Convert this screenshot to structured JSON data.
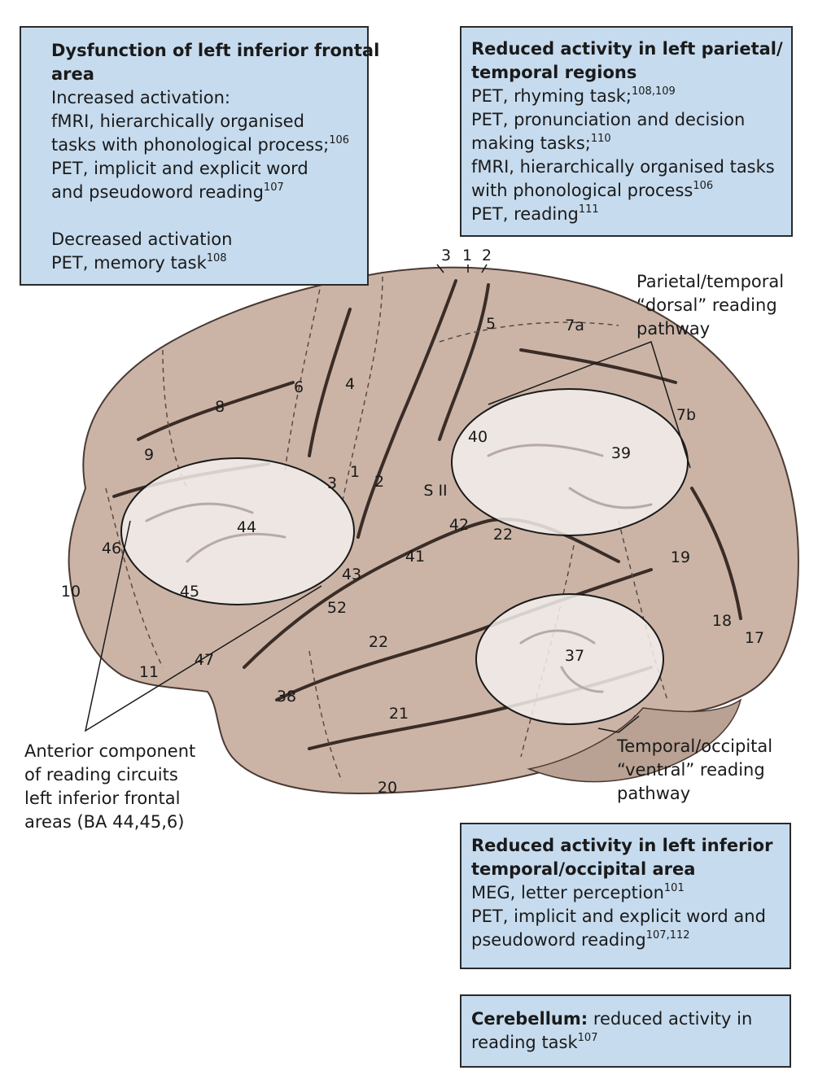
{
  "box_frontal": {
    "title1": "Dysfunction of left inferior frontal",
    "title2": "area",
    "inc": "Increased activation:",
    "l1": "fMRI, hierarchically organised",
    "l2": "tasks with phonological process;",
    "l2_ref": "106",
    "l3": "PET, implicit and explicit word",
    "l4": "and pseudoword reading",
    "l4_ref": "107",
    "dec": "Decreased activation",
    "l5": "PET, memory task",
    "l5_ref": "108"
  },
  "box_parietal": {
    "title1": "Reduced activity in left parietal/",
    "title2": "temporal regions",
    "l1": "PET, rhyming task;",
    "l1_ref": "108,109",
    "l2": "PET, pronunciation and decision",
    "l3": "making tasks;",
    "l3_ref": "110",
    "l4": "fMRI, hierarchically organised tasks",
    "l5": "with phonological process",
    "l5_ref": "106",
    "l6": "PET, reading",
    "l6_ref": "111"
  },
  "box_temporal": {
    "title1": "Reduced activity in left inferior",
    "title2": "temporal/occipital area",
    "l1": "MEG, letter perception",
    "l1_ref": "101",
    "l2": "PET, implicit and explicit word and",
    "l3": "pseudoword reading",
    "l3_ref": "107,112"
  },
  "box_cerebellum": {
    "title": "Cerebellum:",
    "l1": " reduced activity in",
    "l2": "reading task",
    "l2_ref": "107"
  },
  "label_dorsal": [
    "Parietal/temporal",
    "“dorsal” reading",
    "pathway"
  ],
  "label_ventral": [
    "Temporal/occipital",
    "“ventral” reading",
    "pathway"
  ],
  "label_anterior": [
    "Anterior component",
    "of reading circuits",
    "left inferior frontal",
    "areas (BA 44,45,6)"
  ],
  "areas": {
    "a3top": "3",
    "a1top": "1",
    "a2top": "2",
    "a5": "5",
    "a7a": "7a",
    "a7b": "7b",
    "a6": "6",
    "a4": "4",
    "a8": "8",
    "a9": "9",
    "a40": "40",
    "a39": "39",
    "a3": "3",
    "a1": "1",
    "a2": "2",
    "sii": "S II",
    "a44": "44",
    "a46": "46",
    "a42": "42",
    "a22a": "22",
    "a41": "41",
    "a19": "19",
    "a10": "10",
    "a45": "45",
    "a43": "43",
    "a52": "52",
    "a22b": "22",
    "a18": "18",
    "a17": "17",
    "a37": "37",
    "a47": "47",
    "a11": "11",
    "a38": "38",
    "a21": "21",
    "a20": "20"
  }
}
